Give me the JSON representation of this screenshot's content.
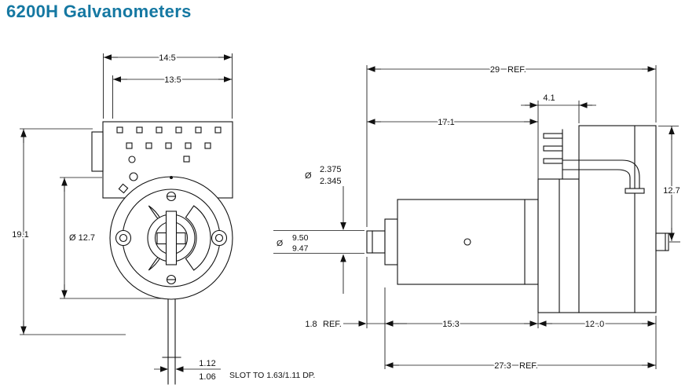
{
  "page": {
    "title": "6200H Galvanometers",
    "accent_color": "#1578a2",
    "line_color": "#111111"
  },
  "front_view": {
    "name": "front view",
    "dim_width_outer": "14.5",
    "dim_width_inner": "13.5",
    "dim_height": "19.1",
    "dim_diameter": "Ø 12.7",
    "slot_width_upper": "1.12",
    "slot_width_lower": "1.06",
    "slot_note": "SLOT TO 1.63/1.11 DP."
  },
  "side_view": {
    "name": "side view",
    "dim_overall": "29",
    "dim_overall_ref": "REF.",
    "dim_front_length": "17.1",
    "dim_flange": "4.1",
    "shaft_dia_symbol": "Ø",
    "shaft_dia_upper": "2.375",
    "shaft_dia_lower": "2.345",
    "hub_dia_symbol": "Ø",
    "hub_dia_upper": "9.50",
    "hub_dia_lower": "9.47",
    "dim_height": "12.7",
    "dim_shaft_length": "1.8",
    "dim_shaft_length_ref": "REF.",
    "dim_cylinder_length": "15.3",
    "dim_rear_length": "12 .0",
    "dim_total": "27.3",
    "dim_total_ref": "REF."
  }
}
